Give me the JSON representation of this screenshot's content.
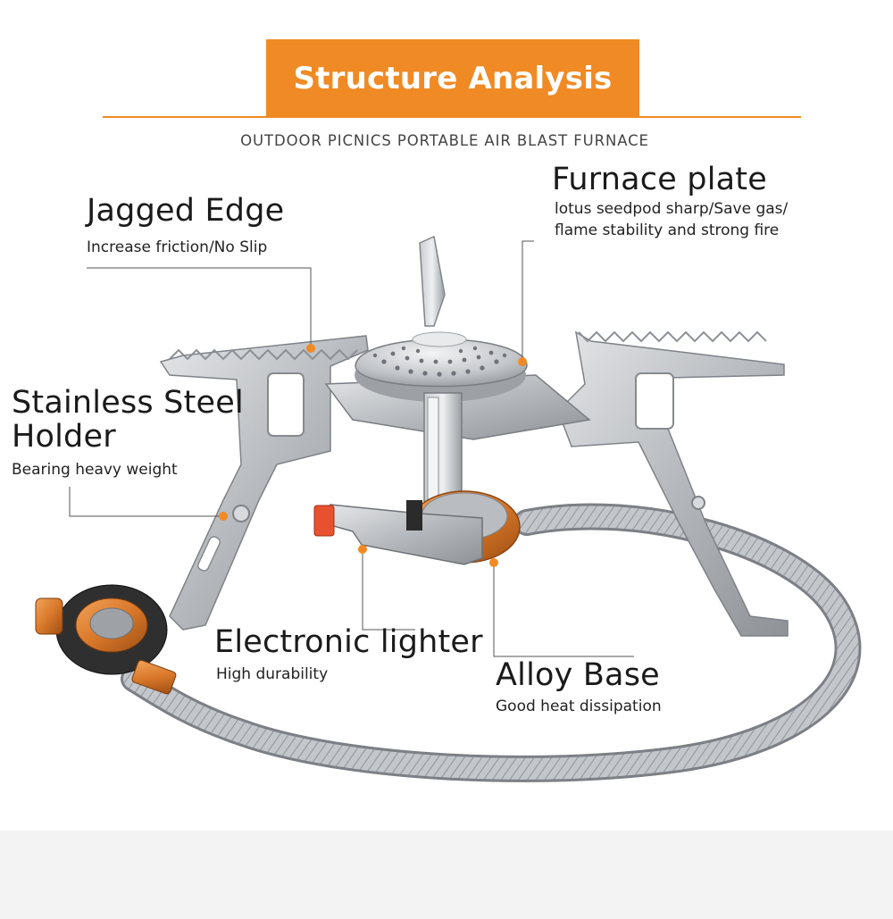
{
  "header": {
    "title": "Structure Analysis",
    "subtitle": "OUTDOOR PICNICS PORTABLE AIR BLAST FURNACE"
  },
  "callouts": {
    "jagged_edge": {
      "title": "Jagged Edge",
      "desc": "Increase friction/No Slip"
    },
    "furnace_plate": {
      "title": "Furnace plate",
      "desc_line1": "lotus seedpod sharp/Save gas/",
      "desc_line2": "flame stability and strong fire"
    },
    "stainless_holder": {
      "title_line1": "Stainless Steel",
      "title_line2": "Holder",
      "desc": "Bearing heavy weight"
    },
    "electronic_lighter": {
      "title": "Electronic lighter",
      "desc": "High durability"
    },
    "alloy_base": {
      "title": "Alloy Base",
      "desc": "Good heat dissipation"
    }
  },
  "colors": {
    "accent": "#f08a24",
    "steel": "#b9bcc0",
    "brass": "#d9782a",
    "ignition_button": "#e8512f",
    "footer_band": "#f3f3f3"
  }
}
